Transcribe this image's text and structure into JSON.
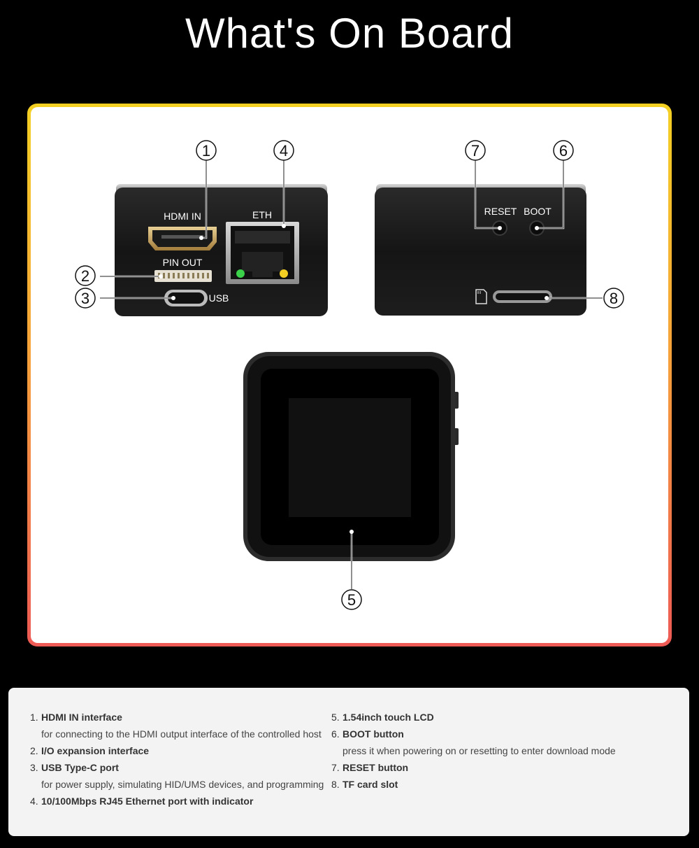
{
  "title": "What's On Board",
  "callouts": [
    "1",
    "2",
    "3",
    "4",
    "5",
    "6",
    "7",
    "8"
  ],
  "port_labels": {
    "hdmi": "HDMI IN",
    "eth": "ETH",
    "pinout": "PIN OUT",
    "usb": "USB",
    "reset": "RESET",
    "boot": "BOOT"
  },
  "colors": {
    "frame_top": "#f4d023",
    "frame_mid": "#f6a33a",
    "frame_bottom": "#ee5a55",
    "device_body": "#141414",
    "hdmi_gold": "#c9a35c",
    "led_green": "#3bd14a",
    "led_yellow": "#f2cf22"
  },
  "features": {
    "left": [
      {
        "num": "1.",
        "title": "HDMI IN interface",
        "desc": "for connecting to the HDMI output interface of the controlled host"
      },
      {
        "num": "2.",
        "title": "I/O expansion interface",
        "desc": ""
      },
      {
        "num": "3.",
        "title": "USB Type-C port",
        "desc": "for power supply, simulating HID/UMS devices, and programming"
      },
      {
        "num": "4.",
        "title": "10/100Mbps RJ45 Ethernet port with indicator",
        "desc": ""
      }
    ],
    "right": [
      {
        "num": "5.",
        "title": "1.54inch touch LCD",
        "desc": ""
      },
      {
        "num": "6.",
        "title": "BOOT button",
        "desc": "press it when powering on or resetting to enter download mode"
      },
      {
        "num": "7.",
        "title": "RESET button",
        "desc": ""
      },
      {
        "num": "8.",
        "title": "TF card slot",
        "desc": ""
      }
    ]
  }
}
